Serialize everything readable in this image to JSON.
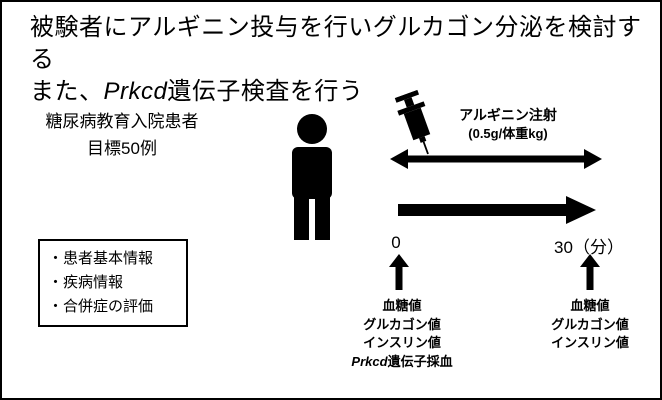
{
  "title": {
    "line1": "被験者にアルギニン投与を行いグルカゴン分泌を検討する",
    "line2": {
      "prefix": "また、",
      "gene": "Prkcd",
      "suffix": "遺伝子検査を行う"
    }
  },
  "subjects": {
    "line1": "糖尿病教育入院患者",
    "line2": "目標50例"
  },
  "injection": {
    "name": "アルギニン注射",
    "dose": "(0.5g/体重kg)"
  },
  "timeline": {
    "start_label": "0",
    "end_label": "30（分）"
  },
  "baseline_box": {
    "items": [
      "・患者基本情報",
      "・疾病情報",
      "・合併症の評価"
    ]
  },
  "samples_start": {
    "items": [
      "血糖値",
      "グルカゴン値",
      "インスリン値"
    ],
    "gene_line": {
      "gene": "Prkcd",
      "suffix": "遺伝子採血"
    }
  },
  "samples_end": {
    "items": [
      "血糖値",
      "グルカゴン値",
      "インスリン値"
    ]
  },
  "icons": {
    "person": "person-icon",
    "syringe": "syringe-icon",
    "double_arrow": "double-headed-arrow-icon",
    "timeline_arrow": "right-arrow-icon",
    "up_arrows": "up-arrow-icon"
  },
  "colors": {
    "ink": "#000000",
    "background": "#ffffff",
    "border": "#000000"
  }
}
